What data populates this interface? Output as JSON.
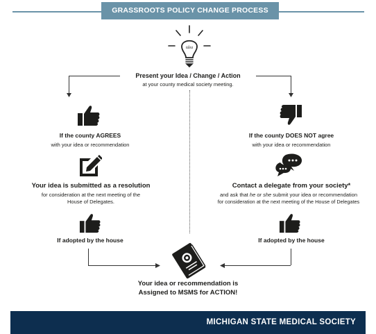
{
  "header": {
    "title": "GRASSROOTS POLICY CHANGE PROCESS"
  },
  "icons": {
    "bulb": {
      "label": "idea"
    }
  },
  "start": {
    "title": "Present your Idea / Change / Action",
    "subtitle": "at your county medical society meeting."
  },
  "left": {
    "agree_title": "If the county AGREES",
    "agree_sub": "with your idea or recommendation",
    "resolution_title": "Your idea is submitted as a resolution",
    "resolution_line1": "for consideration at the next meeting of the",
    "resolution_line2": "House of Delegates.",
    "adopted": "If adopted by the house"
  },
  "right": {
    "disagree_title": "If the county DOES NOT agree",
    "disagree_sub": "with your idea or recommendation",
    "contact_title": "Contact a delegate from your society*",
    "contact_line1_pre": "and ask that ",
    "contact_line1_em": "he or she",
    "contact_line1_post": " submit your idea or recommendation",
    "contact_line2": "for consideration at the next meeting of the House of Delegates",
    "adopted": "If adopted by the house"
  },
  "result": {
    "line1": "Your idea or recommendation is",
    "line2": "Assigned to MSMS for ACTION!"
  },
  "footer": {
    "org": "MICHIGAN STATE MEDICAL SOCIETY"
  },
  "colors": {
    "banner": "#6a93a8",
    "footer": "#0d2e4f",
    "ink": "#1d1d1b"
  }
}
